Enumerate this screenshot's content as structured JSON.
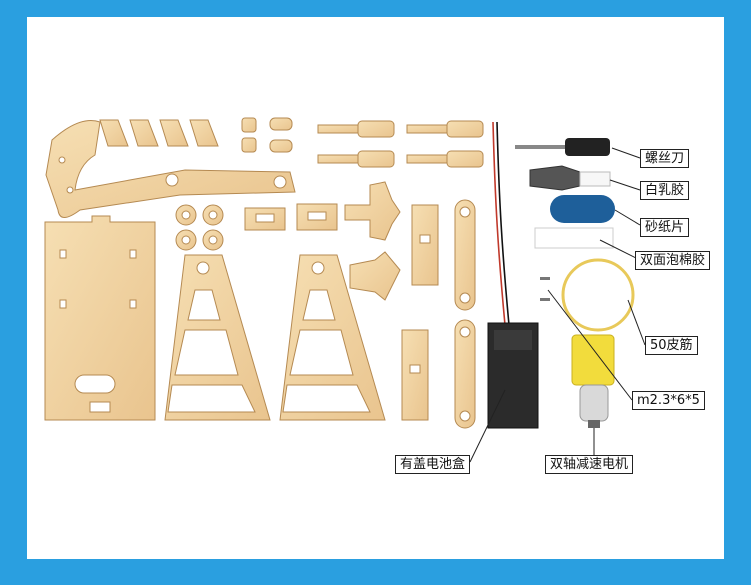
{
  "labels": {
    "screwdriver": "螺丝刀",
    "white_glue": "白乳胶",
    "sandpaper": "砂纸片",
    "foam_tape": "双面泡棉胶",
    "rubber_band": "50皮筋",
    "screws": "m2.3*6*5",
    "battery_box": "有盖电池盒",
    "motor": "双轴减速电机"
  },
  "colors": {
    "frame": "#2a9fe0",
    "wood": "#f3d7a6",
    "wood_edge": "#b58a52",
    "sandpaper": "#1e5f9a",
    "motor": "#f2dc3c",
    "battery": "#2b2b2b",
    "band": "#e8c95a"
  }
}
